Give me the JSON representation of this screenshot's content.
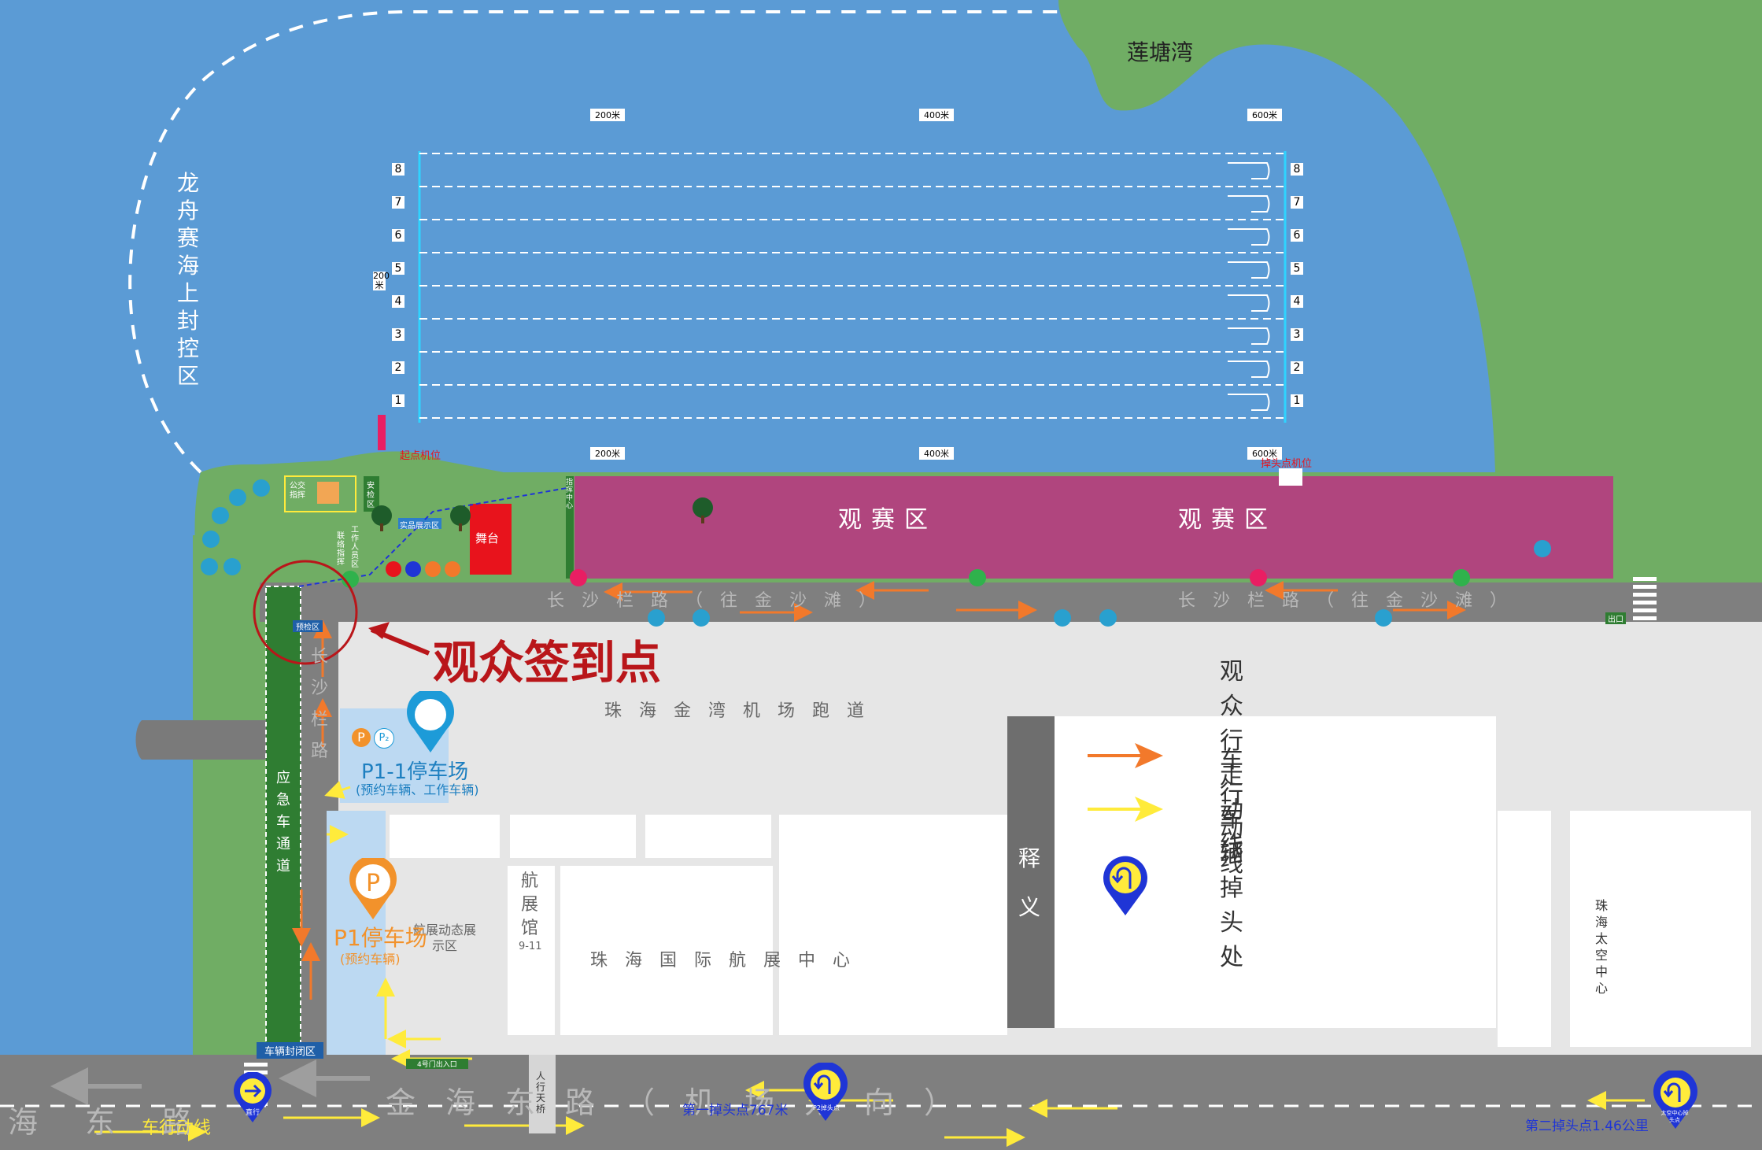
{
  "places": {
    "lotus_bay": "莲塘湾",
    "control_zone": "龙舟赛海上封控区",
    "stage": "舞台",
    "viewing_area_1": "观赛区",
    "viewing_area_2": "观赛区",
    "road_changshalan_1": "长沙栏路（往金沙滩）",
    "road_changshalan_2": "长沙栏路（往金沙滩）",
    "road_changshalan_vertical": "长沙栏路",
    "airport_runway": "珠海金湾机场跑道",
    "airshow_center": "珠海国际航展中心",
    "airshow_hall": "航展馆",
    "airshow_hall_no": "9-11",
    "dynamic_display": "航展动态展示区",
    "space_center": "珠海太空中心",
    "shiyi": "释义",
    "emergency_lane": "应急车通道",
    "vehicle_closure": "车辆封闭区",
    "pedestrian_bridge": "人行天桥",
    "jinhai_road": "金海东路（机场方向）",
    "jinhai_left": "海东路",
    "vehicle_flow_text": "车行动线",
    "start_position": "起点机位",
    "turn_position": "掉头点机位",
    "exit": "出口",
    "gate4": "4号门出入口",
    "security_check": "安检区",
    "pre_check": "预检区",
    "bus_signage": "公交指挥",
    "staff_zone": "工作人员区",
    "contact_command": "联络指挥",
    "product_display": "实品展示区",
    "referee_center": "指挥中心"
  },
  "distance_markers": {
    "m200": "200米",
    "m400": "400米",
    "m600": "600米",
    "width": "200米"
  },
  "lanes": [
    "8",
    "7",
    "6",
    "5",
    "4",
    "3",
    "2",
    "1"
  ],
  "checkin": {
    "label": "观众签到点"
  },
  "parking": {
    "p11_name": "P1-1停车场",
    "p11_sub": "(预约车辆、工作车辆)",
    "p1_name": "P1停车场",
    "p1_sub": "(预约车辆)",
    "p_letter": "P",
    "p2_letter": "P₂"
  },
  "turnaround": {
    "first": "第一掉头点767米",
    "second": "第二掉头点1.46公里",
    "p2_label": "P2掉头点",
    "space_label": "太空中心掉头点",
    "straight": "直行"
  },
  "legend": {
    "pedestrian": "观众行走动线",
    "vehicle": "车行动线",
    "uturn": "车辆掉头处"
  },
  "colors": {
    "water": "#5b9bd5",
    "land": "#70ad64",
    "viewing": "#b0457e",
    "road": "#7f7f7f",
    "ground": "#e6e6e6",
    "stage": "#e8131c",
    "pedestrian_arrow": "#f2792b",
    "vehicle_arrow": "#ffeb3b",
    "pin_blue": "#1f35d6",
    "checkin_red": "#b9161a"
  }
}
